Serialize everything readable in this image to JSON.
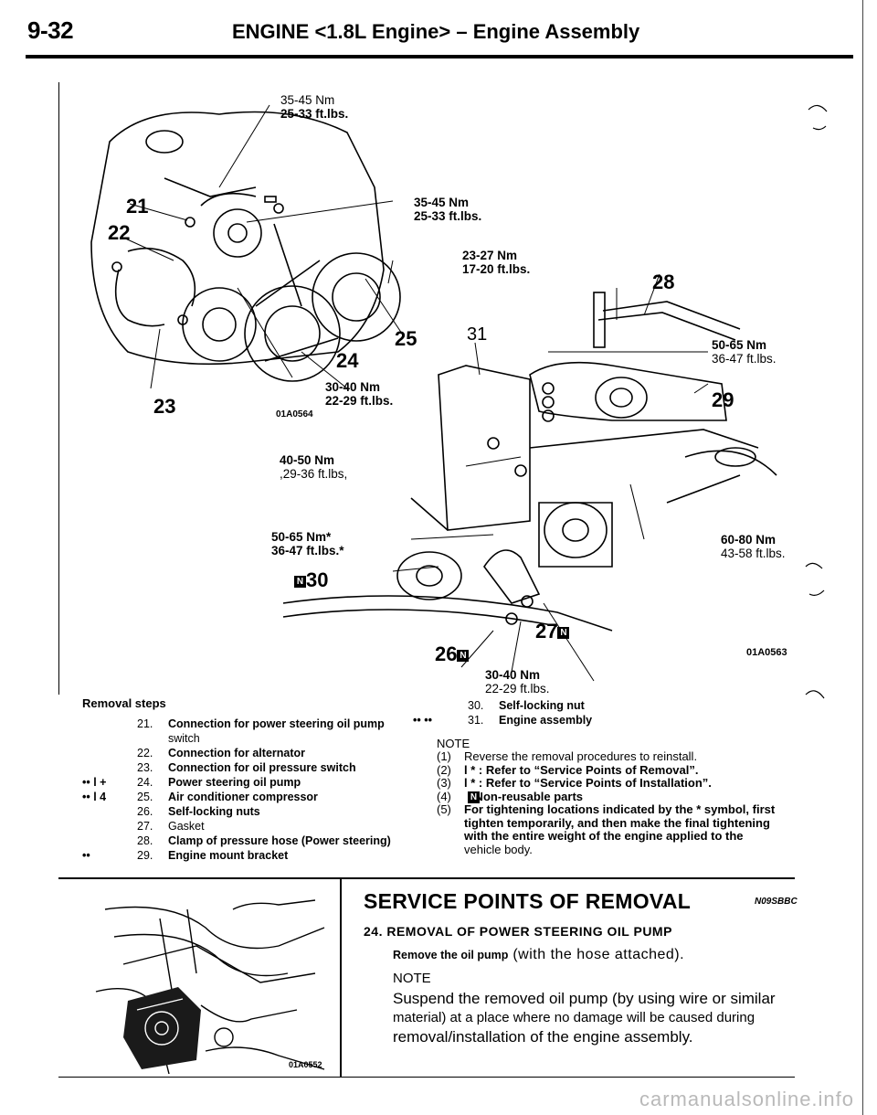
{
  "header": {
    "page_number": "9-32",
    "title": "ENGINE <1.8L Engine> – Engine Assembly"
  },
  "figure1": {
    "id": "01A0564",
    "callouts": [
      "21",
      "22",
      "23",
      "24",
      "25"
    ],
    "torques": [
      {
        "nm": "35-45 Nm",
        "ftlb": "25-33 ft.lbs."
      },
      {
        "nm": "35-45 Nm",
        "ftlb": "25-33 ft.lbs."
      },
      {
        "nm": "23-27 Nm",
        "ftlb": "17-20 ft.lbs."
      },
      {
        "nm": "30-40 Nm",
        "ftlb": "22-29 ft.lbs."
      }
    ]
  },
  "figure2": {
    "id": "01A0563",
    "callouts": [
      "31",
      "28",
      "29",
      "30",
      "27",
      "26"
    ],
    "torques": [
      {
        "nm": "50-65 Nm",
        "ftlb": "36-47 ft.lbs."
      },
      {
        "nm": "40-50 Nm",
        "ftlb": ",29-36 ft.lbs,"
      },
      {
        "nm": "50-65 Nm*",
        "ftlb": "36-47 ft.lbs.*"
      },
      {
        "nm": "60-80 Nm",
        "ftlb": "43-58 ft.lbs."
      },
      {
        "nm": "30-40 Nm",
        "ftlb": "22-29 ft.lbs."
      }
    ],
    "n_mark": "N"
  },
  "removal": {
    "heading": "Removal steps",
    "steps": [
      {
        "marks": "",
        "num": "21.",
        "text": "Connection for power steering oil pump",
        "text2": "switch"
      },
      {
        "marks": "",
        "num": "22.",
        "text": "Connection for alternator"
      },
      {
        "marks": "",
        "num": "23.",
        "text": "Connection for oil pressure switch"
      },
      {
        "marks": "•• l + ",
        "num": "24.",
        "text": "Power steering oil pump"
      },
      {
        "marks": "•• l 4 ",
        "num": "25.",
        "text": "Air conditioner compressor"
      },
      {
        "marks": "",
        "num": "26.",
        "text": "Self-locking nuts"
      },
      {
        "marks": "",
        "num": "27.",
        "text": "Gasket"
      },
      {
        "marks": "",
        "num": "28.",
        "text": "Clamp of pressure hose (Power steering)"
      },
      {
        "marks": "••",
        "num": "29.",
        "text": "Engine mount bracket"
      }
    ],
    "steps_right": [
      {
        "marks": "",
        "num": "30.",
        "text": "Self-locking nut"
      },
      {
        "marks": "•• •• ",
        "num": "31.",
        "text": "Engine assembly"
      }
    ]
  },
  "note": {
    "heading": "NOTE",
    "items": [
      {
        "num": "(1)",
        "text": "Reverse the removal procedures to reinstall."
      },
      {
        "num": "(2)",
        "text": "l   * : Refer to “Service Points of Removal”."
      },
      {
        "num": "(3)",
        "text": "l   * : Refer to “Service Points of Installation”."
      },
      {
        "num": "(4)",
        "text": "    : Non-reusable parts"
      },
      {
        "num": "(5)",
        "text": "For tightening locations indicated by the * symbol, first"
      },
      {
        "num": "",
        "text": "tighten temporarily, and then make the final tightening"
      },
      {
        "num": "",
        "text": "with the entire weight of the engine applied to the"
      },
      {
        "num": "",
        "text": "vehicle body."
      }
    ]
  },
  "service": {
    "title": "SERVICE POINTS OF REMOVAL",
    "code": "N09SBBC",
    "subhead": "24. REMOVAL OF POWER STEERING OIL PUMP",
    "line1_bold": "Remove the oil pump",
    "line1_rest": " (with the hose attached).",
    "note_label": "NOTE",
    "note_lines": [
      "Suspend the removed oil pump (by using wire or similar",
      "material) at a place where no damage will be caused during",
      "removal/installation of the engine assembly."
    ],
    "figure_id": "01A0552"
  },
  "footer": {
    "watermark": "carmanualsonline.info"
  }
}
